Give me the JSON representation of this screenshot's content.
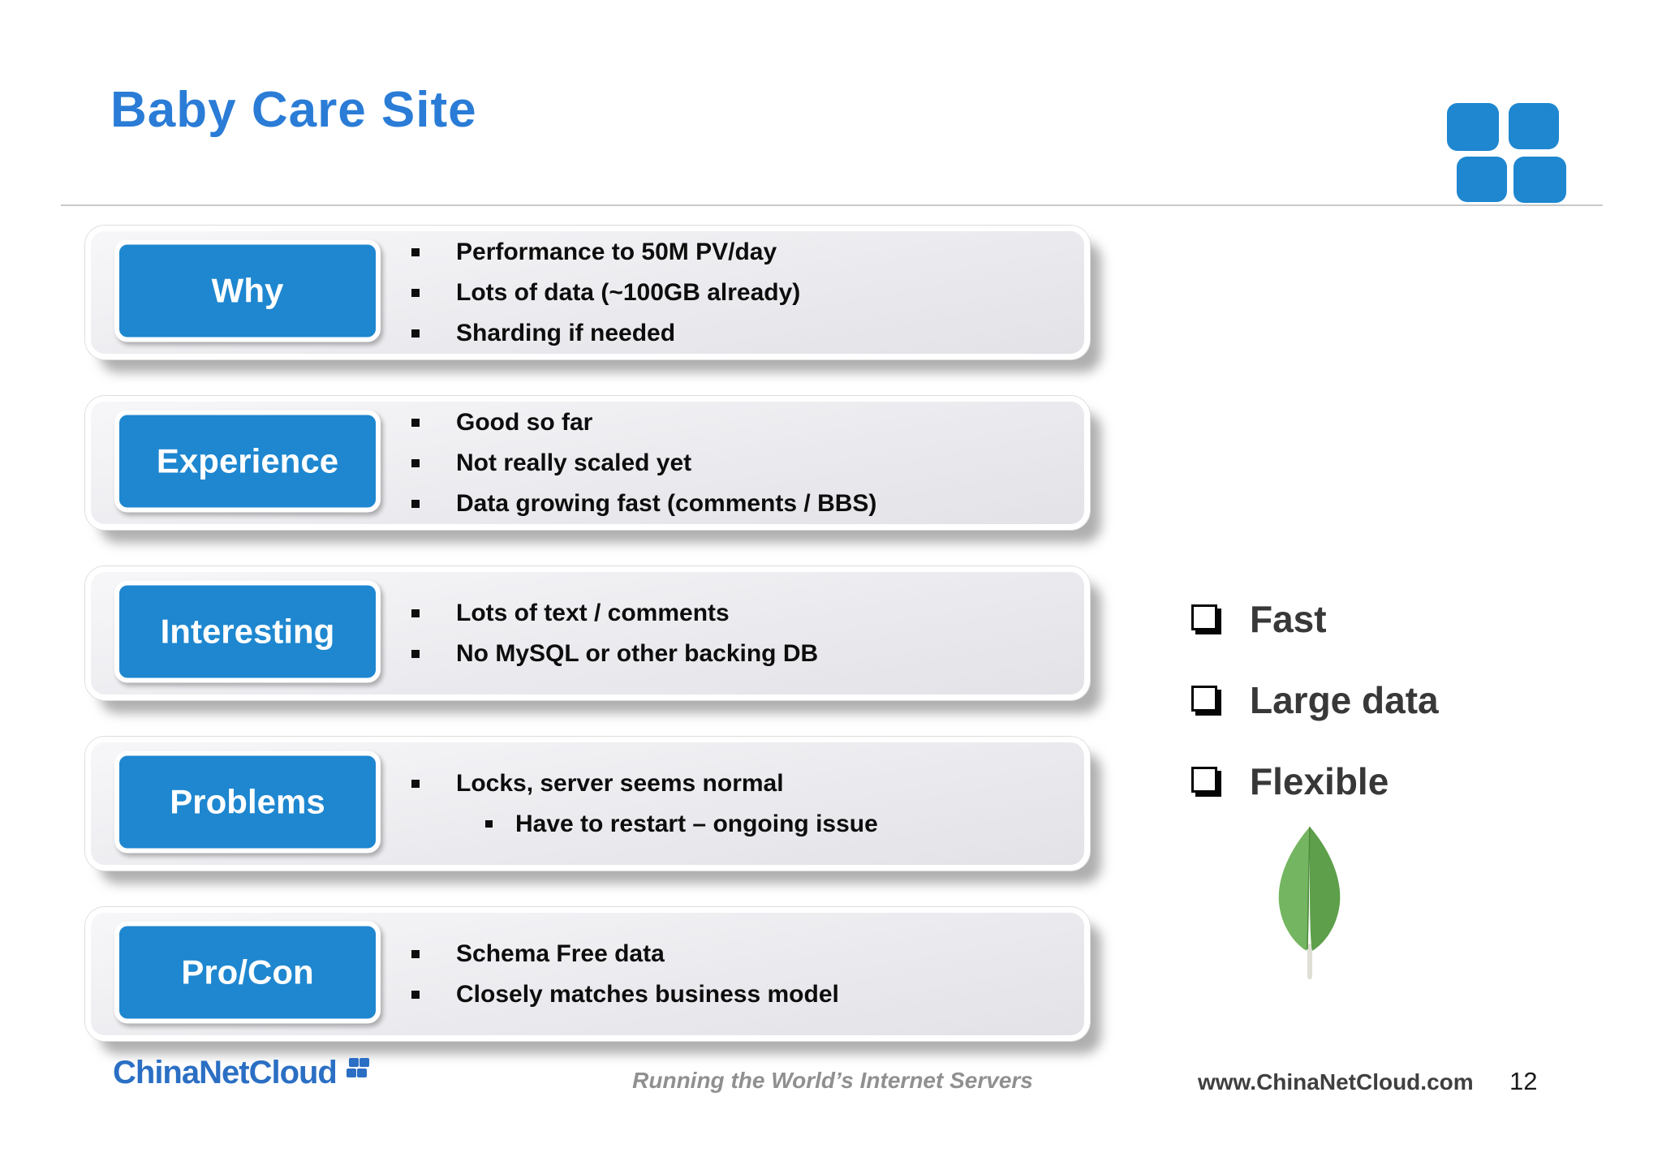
{
  "title": "Baby Care Site",
  "rows": [
    {
      "label": "Why",
      "bullets": [
        {
          "level": 1,
          "text": "Performance to 50M PV/day"
        },
        {
          "level": 1,
          "text": "Lots of data (~100GB already)"
        },
        {
          "level": 1,
          "text": "Sharding if needed"
        }
      ]
    },
    {
      "label": "Experience",
      "bullets": [
        {
          "level": 1,
          "text": "Good so far"
        },
        {
          "level": 1,
          "text": "Not really scaled yet"
        },
        {
          "level": 1,
          "text": "Data growing fast (comments / BBS)"
        }
      ]
    },
    {
      "label": "Interesting",
      "bullets": [
        {
          "level": 1,
          "text": "Lots of text / comments"
        },
        {
          "level": 1,
          "text": "No MySQL or other backing DB"
        }
      ]
    },
    {
      "label": "Problems",
      "bullets": [
        {
          "level": 1,
          "text": "Locks, server seems normal"
        },
        {
          "level": 2,
          "text": "Have to restart – ongoing issue"
        }
      ]
    },
    {
      "label": "Pro/Con",
      "bullets": [
        {
          "level": 1,
          "text": "Schema Free data"
        },
        {
          "level": 1,
          "text": "Closely matches business model"
        }
      ]
    }
  ],
  "checklist": {
    "items": [
      {
        "label": "Fast"
      },
      {
        "label": "Large data"
      },
      {
        "label": "Flexible"
      }
    ]
  },
  "footer": {
    "brand": "ChinaNetCloud",
    "tagline": "Running the World’s Internet Servers",
    "url": "www.ChinaNetCloud.com",
    "page_number": "12"
  },
  "icons": {
    "bullet_square": "▪",
    "checkbox": "❑",
    "brand_squares": "four-blue-squares",
    "mongodb_leaf": "green-leaf"
  },
  "colors": {
    "accent_blue": "#1e87d0",
    "title_blue": "#2a7cd6",
    "brand_blue": "#2b6fc4",
    "row_gray": "#ebebef",
    "leaf_green_light": "#74b561",
    "leaf_green_dark": "#5d9f4a",
    "checklist_text": "#383838",
    "tagline_gray": "#909090"
  }
}
